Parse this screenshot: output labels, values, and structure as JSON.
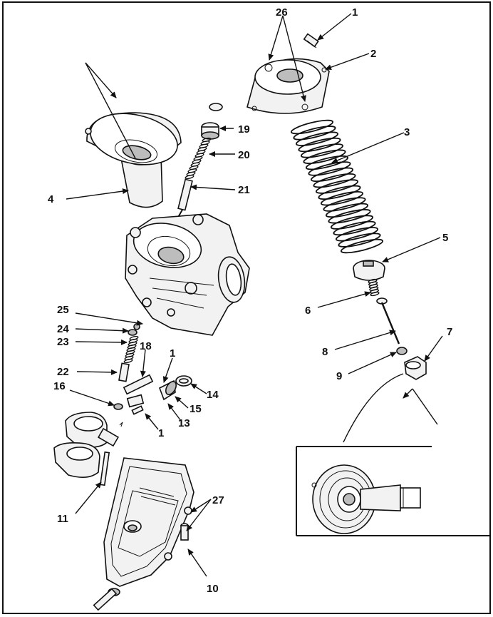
{
  "diagram": {
    "callouts": {
      "c1a": "1",
      "c1b": "1",
      "c1c": "1",
      "c2": "2",
      "c3": "3",
      "c4": "4",
      "c5": "5",
      "c6": "6",
      "c7": "7",
      "c8": "8",
      "c9": "9",
      "c10": "10",
      "c11": "11",
      "c13": "13",
      "c14": "14",
      "c15": "15",
      "c16": "16",
      "c18": "18",
      "c19": "19",
      "c20": "20",
      "c21": "21",
      "c22": "22",
      "c23": "23",
      "c24": "24",
      "c25": "25",
      "c26": "26",
      "c27": "27"
    }
  }
}
